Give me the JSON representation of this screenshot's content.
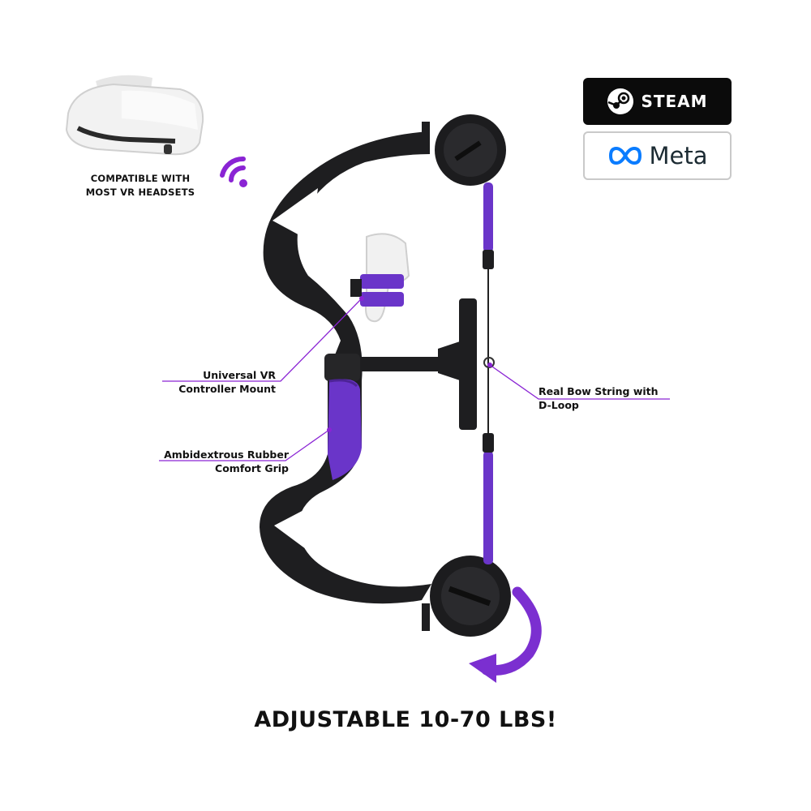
{
  "badges": {
    "steam": {
      "label": "STEAM",
      "icon": "steam-logo-icon"
    },
    "meta": {
      "label": "Meta",
      "icon": "meta-infinity-icon"
    }
  },
  "headset": {
    "icon": "vr-headset-icon",
    "caption_line1": "COMPATIBLE WITH",
    "caption_line2": "MOST VR HEADSETS",
    "signal_icon": "wireless-signal-icon"
  },
  "callouts": {
    "mount_line1": "Universal VR",
    "mount_line2": "Controller Mount",
    "grip_line1": "Ambidextrous Rubber",
    "grip_line2": "Comfort Grip",
    "string_line1": "Real Bow String with",
    "string_line2": "D-Loop"
  },
  "headline": "ADJUSTABLE 10-70 LBS!",
  "colors": {
    "accent_purple": "#7b2fd0",
    "bow_black": "#1e1e20",
    "grip_purple": "#6a35c9",
    "text": "#111111"
  }
}
